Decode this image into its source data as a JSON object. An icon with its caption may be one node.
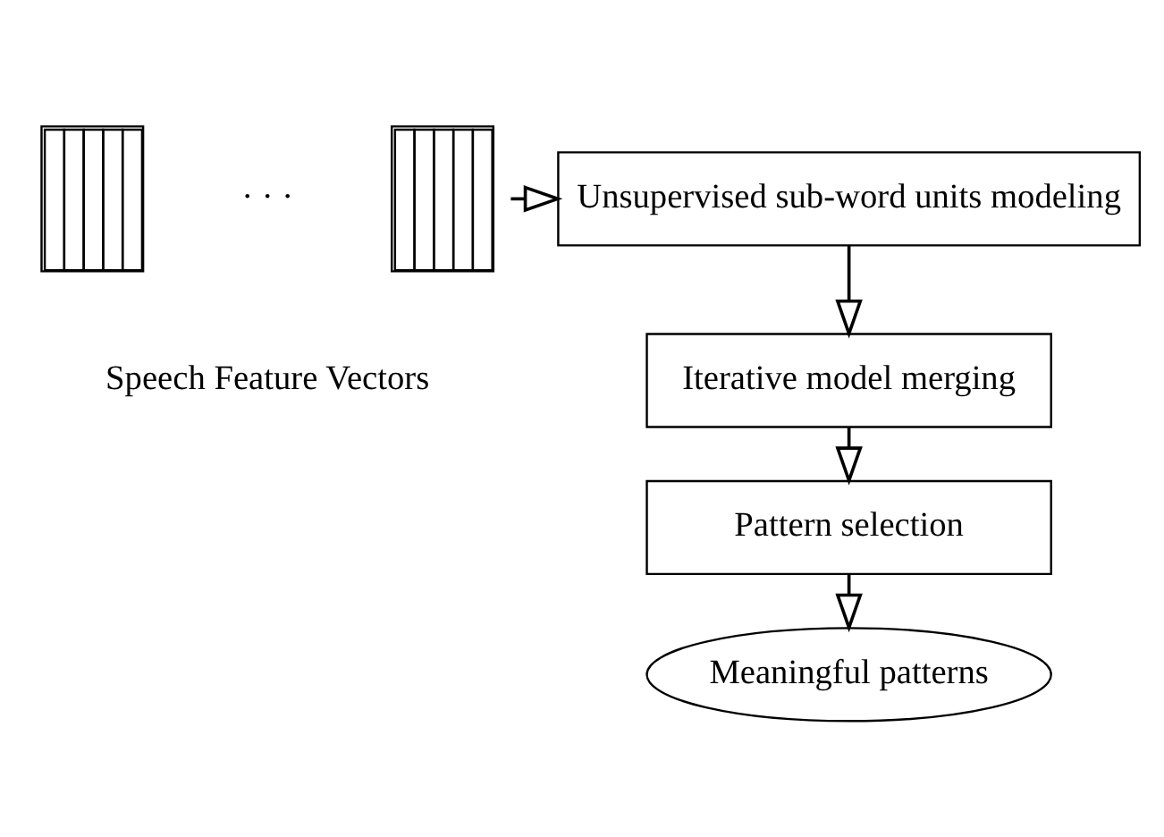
{
  "diagram": {
    "nodes": [
      {
        "text": [],
        "shape": "bar"
      },
      {
        "text": [],
        "shape": "bar"
      },
      {
        "text": [
          "Unsupervised sub-word units modeling"
        ]
      },
      {
        "text": [
          "Iterative model merging"
        ]
      },
      {
        "text": [
          "Pattern selection"
        ]
      },
      {
        "text": [
          "Meaningful patterns"
        ]
      }
    ],
    "edges": [
      {
        "from": 1,
        "to": 2,
        "arrow": "to"
      },
      {
        "from": 2,
        "to": 3,
        "arrow": "to"
      },
      {
        "from": 3,
        "to": 4,
        "arrow": "to"
      },
      {
        "from": 4,
        "to": 5,
        "arrow": "to"
      }
    ],
    "labels": [
      "· · ·",
      "Speech Feature Vectors"
    ]
  }
}
